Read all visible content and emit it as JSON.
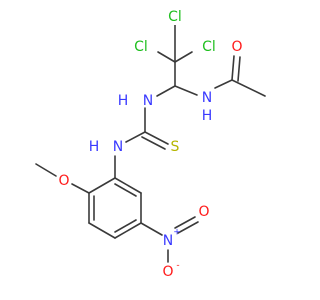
{
  "atoms": {
    "cl_top": "Cl",
    "cl_left": "Cl",
    "cl_right": "Cl",
    "nh_amide": "N",
    "h_amide": "H",
    "o_carbonyl": "O",
    "nh_thiourea_upper": "N",
    "h_thiourea_upper": "H",
    "s_thione": "S",
    "nh_thiourea_lower": "N",
    "h_thiourea_lower": "H",
    "o_methoxy": "O",
    "n_nitro": "N",
    "n_nitro_charge": "+",
    "o_nitro_top": "O",
    "o_nitro_bottom": "O",
    "o_nitro_charge": "-"
  },
  "colors": {
    "bond": "#3a3a3a",
    "chlorine": "#1fbf1f",
    "nitrogen": "#3a3aff",
    "oxygen": "#ff1a1a",
    "sulfur": "#b5b500"
  }
}
